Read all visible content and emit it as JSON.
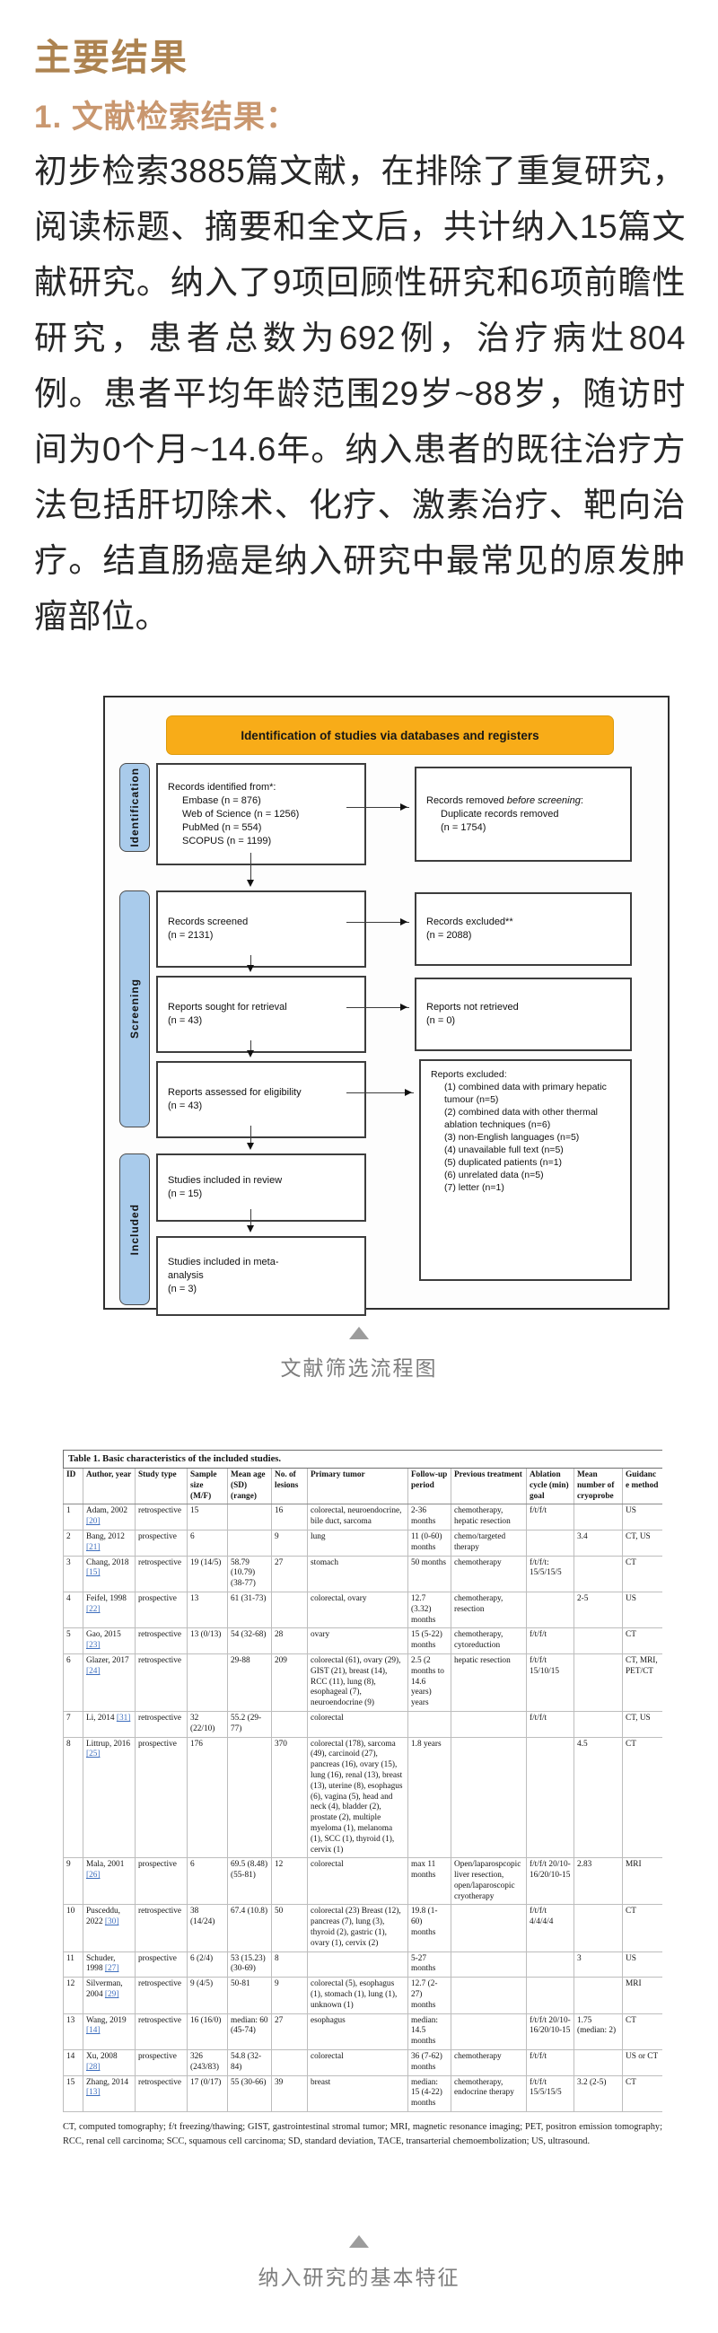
{
  "page": {
    "main_title": "主要结果",
    "section_heading": "1. 文献检索结果：",
    "paragraph": "初步检索3885篇文献，在排除了重复研究，阅读标题、摘要和全文后，共计纳入15篇文献研究。纳入了9项回顾性研究和6项前瞻性研究，患者总数为692例，治疗病灶804例。患者平均年龄范围29岁~88岁，随访时间为0个月~14.6年。纳入患者的既往治疗方法包括肝切除术、化疗、激素治疗、靶向治疗。结直肠癌是纳入研究中最常见的原发肿瘤部位。",
    "figure1_caption": "文献筛选流程图",
    "figure2_caption": "纳入研究的基本特征"
  },
  "colors": {
    "title_gold": "#AD8350",
    "heading_tan": "#C9976F",
    "banner_orange": "#F8AC18",
    "side_label_blue": "#A9CBEB",
    "caption_gray": "#7D7D7D",
    "reference_blue": "#3F6FBE"
  },
  "diagram": {
    "banner": "Identification of studies via databases and registers",
    "side_labels": {
      "identification": "Identification",
      "screening": "Screening",
      "included": "Included"
    },
    "records_identified": {
      "lines": [
        "Records identified from*:",
        "Embase (n = 876)",
        "Web of Science (n = 1256)",
        "PubMed (n = 554)",
        "SCOPUS (n = 1199)"
      ]
    },
    "records_removed": {
      "prefix": "Records removed ",
      "italic": "before screening",
      "suffix": ":",
      "lines": [
        "Duplicate records removed",
        "(n = 1754)"
      ]
    },
    "records_screened": {
      "lines": [
        "Records screened",
        "(n = 2131)"
      ]
    },
    "records_excluded": {
      "lines": [
        "Records excluded**",
        "(n = 2088)"
      ]
    },
    "reports_sought": {
      "lines": [
        "Reports sought for retrieval",
        "(n = 43)"
      ]
    },
    "reports_not_retrieved": {
      "lines": [
        "Reports not retrieved",
        "(n = 0)"
      ]
    },
    "reports_assessed": {
      "lines": [
        "Reports assessed for eligibility",
        "(n = 43)"
      ]
    },
    "reports_excluded": {
      "title": "Reports excluded:",
      "items": [
        "(1) combined data with primary hepatic tumour (n=5)",
        "(2) combined data with other thermal ablation techniques (n=6)",
        "(3) non-English languages (n=5)",
        "(4) unavailable full text (n=5)",
        "(5) duplicated patients (n=1)",
        "(6) unrelated data (n=5)",
        "(7) letter (n=1)"
      ]
    },
    "included_review": {
      "lines": [
        "Studies included in review",
        "(n = 15)"
      ]
    },
    "included_meta": {
      "lines": [
        "Studies included in meta-",
        "analysis",
        "(n = 3)"
      ]
    }
  },
  "table": {
    "title": "Table 1.  Basic characteristics of the included studies.",
    "columns": [
      "ID",
      "Author, year",
      "Study type",
      "Sample size (M/F)",
      "Mean age (SD) (range)",
      "No. of lesions",
      "Primary tumor",
      "Follow-up period",
      "Previous treatment",
      "Ablation cycle (min) goal",
      "Mean number of cryoprobe",
      "Guidance method"
    ],
    "rows": [
      [
        "1",
        "Adam, 2002 [20]",
        "retrospective",
        "15",
        "",
        "16",
        "colorectal, neuroendocrine, bile duct, sarcoma",
        "2-36 months",
        "chemotherapy, hepatic resection",
        "f/t/f/t",
        "",
        "US"
      ],
      [
        "2",
        "Bang, 2012 [21]",
        "prospective",
        "6",
        "",
        "9",
        "lung",
        "11 (0-60) months",
        "chemo/targeted therapy",
        "",
        "3.4",
        "CT, US"
      ],
      [
        "3",
        "Chang, 2018 [15]",
        "retrospective",
        "19 (14/5)",
        "58.79 (10.79) (38-77)",
        "27",
        "stomach",
        "50 months",
        "chemotherapy",
        "f/t/f/t: 15/5/15/5",
        "",
        "CT"
      ],
      [
        "4",
        "Feifel, 1998 [22]",
        "prospective",
        "13",
        "61 (31-73)",
        "",
        "colorectal, ovary",
        "12.7 (3.32) months",
        "chemotherapy, resection",
        "",
        "2-5",
        "US"
      ],
      [
        "5",
        "Gao, 2015 [23]",
        "retrospective",
        "13 (0/13)",
        "54 (32-68)",
        "28",
        "ovary",
        "15 (5-22) months",
        "chemotherapy, cytoreduction",
        "f/t/f/t",
        "",
        "CT"
      ],
      [
        "6",
        "Glazer, 2017 [24]",
        "retrospective",
        "",
        "29-88",
        "209",
        "colorectal (61), ovary (29), GIST (21), breast (14), RCC (11), lung (8), esophageal (7), neuroendocrine (9)",
        "2.5 (2 months to 14.6 years) years",
        "hepatic resection",
        "f/t/f/t 15/10/15",
        "",
        "CT, MRI, PET/CT"
      ],
      [
        "7",
        "Li, 2014 [31]",
        "retrospective",
        "32 (22/10)",
        "55.2 (29-77)",
        "",
        "colorectal",
        "",
        "",
        "f/t/f/t",
        "",
        "CT, US"
      ],
      [
        "8",
        "Littrup, 2016 [25]",
        "prospective",
        "176",
        "",
        "370",
        "colorectal (178), sarcoma (49), carcinoid (27), pancreas (16), ovary (15), lung (16), renal (13), breast (13), uterine (8), esophagus (6), vagina (5), head and neck (4), bladder (2), prostate (2), multiple myeloma (1), melanoma (1), SCC (1), thyroid (1), cervix (1)",
        "1.8 years",
        "",
        "",
        "4.5",
        "CT"
      ],
      [
        "9",
        "Mala, 2001 [26]",
        "prospective",
        "6",
        "69.5 (8.48) (55-81)",
        "12",
        "colorectal",
        "max 11 months",
        "Open/laparospcopic liver resection, open/laparoscopic cryotherapy",
        "f/t/f/t 20/10-16/20/10-15",
        "2.83",
        "MRI"
      ],
      [
        "10",
        "Pusceddu, 2022 [30]",
        "retrospective",
        "38 (14/24)",
        "67.4 (10.8)",
        "50",
        "colorectal (23) Breast (12), pancreas (7), lung (3), thyroid (2), gastric (1), ovary (1), cervix (2)",
        "19.8 (1-60) months",
        "",
        "f/t/f/t 4/4/4/4",
        "",
        "CT"
      ],
      [
        "11",
        "Schuder, 1998 [27]",
        "prospective",
        "6 (2/4)",
        "53 (15.23) (30-69)",
        "8",
        "",
        "5-27 months",
        "",
        "",
        "3",
        "US"
      ],
      [
        "12",
        "Silverman, 2004 [29]",
        "retrospective",
        "9 (4/5)",
        "50-81",
        "9",
        "colorectal (5), esophagus (1), stomach (1), lung (1), unknown (1)",
        "12.7 (2-27) months",
        "",
        "",
        "",
        "MRI"
      ],
      [
        "13",
        "Wang, 2019 [14]",
        "retrospective",
        "16 (16/0)",
        "median: 60 (45-74)",
        "27",
        "esophagus",
        "median: 14.5 months",
        "",
        "f/t/f/t 20/10-16/20/10-15",
        "1.75 (median: 2)",
        "CT"
      ],
      [
        "14",
        "Xu, 2008 [28]",
        "prospective",
        "326 (243/83)",
        "54.8 (32-84)",
        "",
        "colorectal",
        "36 (7-62) months",
        "chemotherapy",
        "f/t/f/t",
        "",
        "US or CT"
      ],
      [
        "15",
        "Zhang, 2014 [13]",
        "retrospective",
        "17 (0/17)",
        "55 (30-66)",
        "39",
        "breast",
        "median: 15 (4-22) months",
        "chemotherapy, endocrine therapy",
        "f/t/f/t 15/5/15/5",
        "3.2 (2-5)",
        "CT"
      ]
    ],
    "footnote": "CT, computed tomography; f/t freezing/thawing; GIST, gastrointestinal stromal tumor; MRI, magnetic resonance imaging; PET, positron emission tomography; RCC, renal cell carcinoma; SCC, squamous cell carcinoma; SD, standard deviation, TACE, transarterial chemoembolization; US, ultrasound."
  }
}
